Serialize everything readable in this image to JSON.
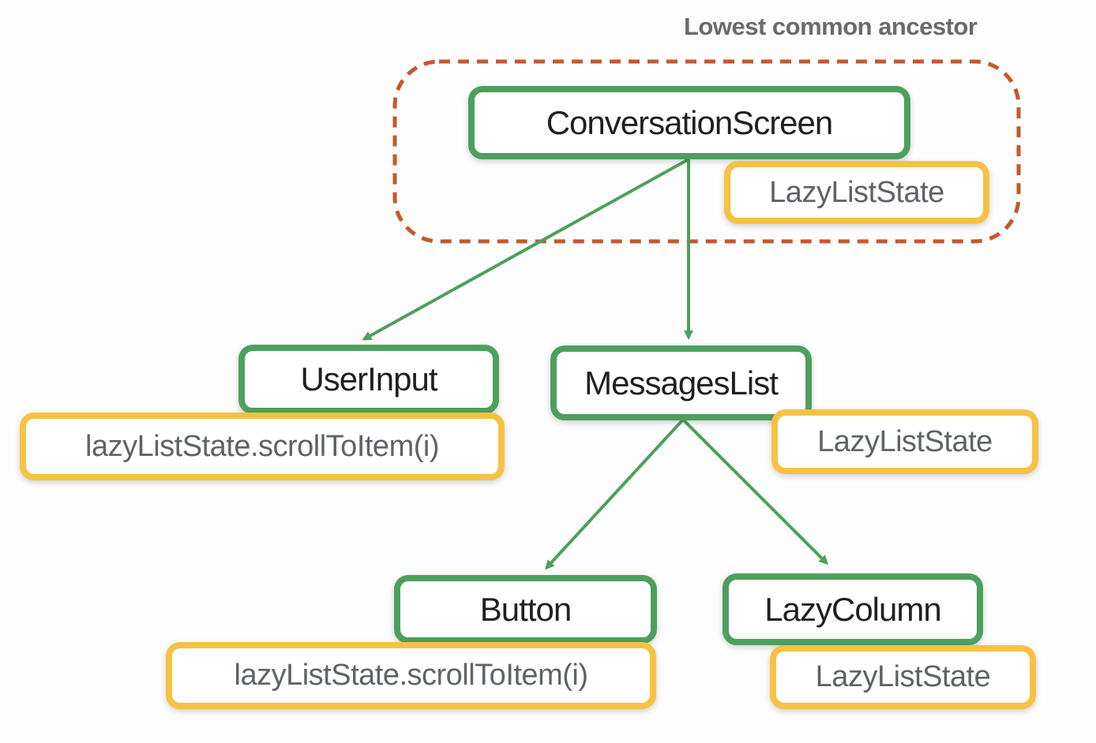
{
  "colors": {
    "green": "#4da05c",
    "yellow": "#f6c243",
    "orange": "#c5592b",
    "ink": "#1f2023",
    "gray": "#5f6368",
    "titleGray": "#6a6a6a",
    "bg": "#fdfdfd",
    "boxFill": "#ffffff"
  },
  "diagram": {
    "annotation": "Lowest common ancestor",
    "nodes": {
      "conversationScreen": {
        "label": "ConversationScreen"
      },
      "userInput": {
        "label": "UserInput"
      },
      "messagesList": {
        "label": "MessagesList"
      },
      "button": {
        "label": "Button"
      },
      "lazyColumn": {
        "label": "LazyColumn"
      }
    },
    "badges": {
      "conversationScreenState": {
        "label": "LazyListState"
      },
      "userInputCall": {
        "label": "lazyListState.scrollToItem(i)"
      },
      "messagesListState": {
        "label": "LazyListState"
      },
      "buttonCall": {
        "label": "lazyListState.scrollToItem(i)"
      },
      "lazyColumnState": {
        "label": "LazyListState"
      }
    },
    "edges": [
      {
        "from": "ConversationScreen",
        "to": "UserInput"
      },
      {
        "from": "ConversationScreen",
        "to": "MessagesList"
      },
      {
        "from": "MessagesList",
        "to": "Button"
      },
      {
        "from": "MessagesList",
        "to": "LazyColumn"
      }
    ]
  }
}
